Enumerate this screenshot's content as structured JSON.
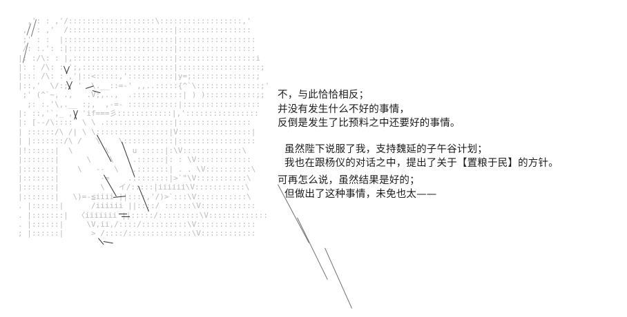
{
  "scene": {
    "background_color": "#ffffff",
    "art_color": "#b9b9bf",
    "text_color": "#1a1a1a",
    "art_kind": "ascii-art-character-portrait"
  },
  "ascii_art": {
    "lines": [
      "  ,': : ,'/:::::::::::::::::::\\::::::::::::::::::,'",
      " ,' : ,'  /:::::::::::::::::::::::|::::::::::::::::",
      " ;' : :  |::::::::::::::::::::::::|:::::::::::::::::",
      " /: :.': :|:::::::::::::::::::::::|:::::::::::::::::",
      "|: :/\\: : |,::::::::::::::::::::::|:::::::::::::::::i",
      "|: : /\\: : ';,::::::::::::::::::::|::::::::::::::::::;",
      "|::: /\\: : ,'|::<:::::,'::::::::::|y=;::::::::::::::;",
      "|::,'  \\/:;, '  \\.__::=-' ,,..:::::{^`\\::::::::::::::;'",
      " ;' (^`~, .,   .V;,..,  .:::::::::::| ) ):::::::::::;;",
      "  ;: :.'\\,.__ :;,  ,-=- :::::::::::|:::::::::::::::::",
      "|: ::,'`,_ ,  'if===彡::::::::::::|,'::::::::::::::::",
      "|: [--/\\::::  \\ \\ .:::::::::::::::|::::::::::::::::",
      "| ::::::/\\ /| \\ \\::::::::::::::::|V::::::::::::::::|",
      "| |:::::::/\\ /   \\    \\:::::::::::|:::::::::::::::::",
      "|!::::::|  \\       \\     u :::::|:\\V:::::::::::::\\",
      "|:::::::|      \\    \\    .::::::|: : \\V::::::::::::",
      "|:::::::|    \\   --  \\   .:::::::| . . \\V::::::::::\\",
      "|:::::::|         -=    .::::::::|>`\"\\V:::::::::::\\",
      "|:::::::|         \\   イ/:::::|iiiiii\\V:::::::::::\\",
      "|:::::::|   \\)=-≦iiii ||::::,'/)>`:::\\V:::::::::::\\",
      ". |::::::|      /iiiiii ||::::/ ::::::\\V::::::::::::",
      ". |:::::::|  〈iiiiiii ||:::::/:::::::::\\V:::::::::::::",
      ". |::::::|     \\V,ii,/::::/::::::::::\\V:::::::::::::",
      "; |::::::|      > /::::/::::::::::::::\\V::::::::::::"
    ]
  },
  "dialogue": {
    "paragraph_1": [
      "不，与此恰恰相反；",
      "并没有发生什么不好的事情，",
      "反倒是发生了比预料之中还要好的事情。"
    ],
    "paragraph_2": [
      "虽然陛下说服了我，支持魏延的子午谷计划；",
      "我也在跟杨仪的对话之中，提出了关于【置粮于民】的方针。"
    ],
    "paragraph_3": [
      "可再怎么说，虽然结果是好的；",
      "但做出了这种事情，未免也太——"
    ]
  }
}
